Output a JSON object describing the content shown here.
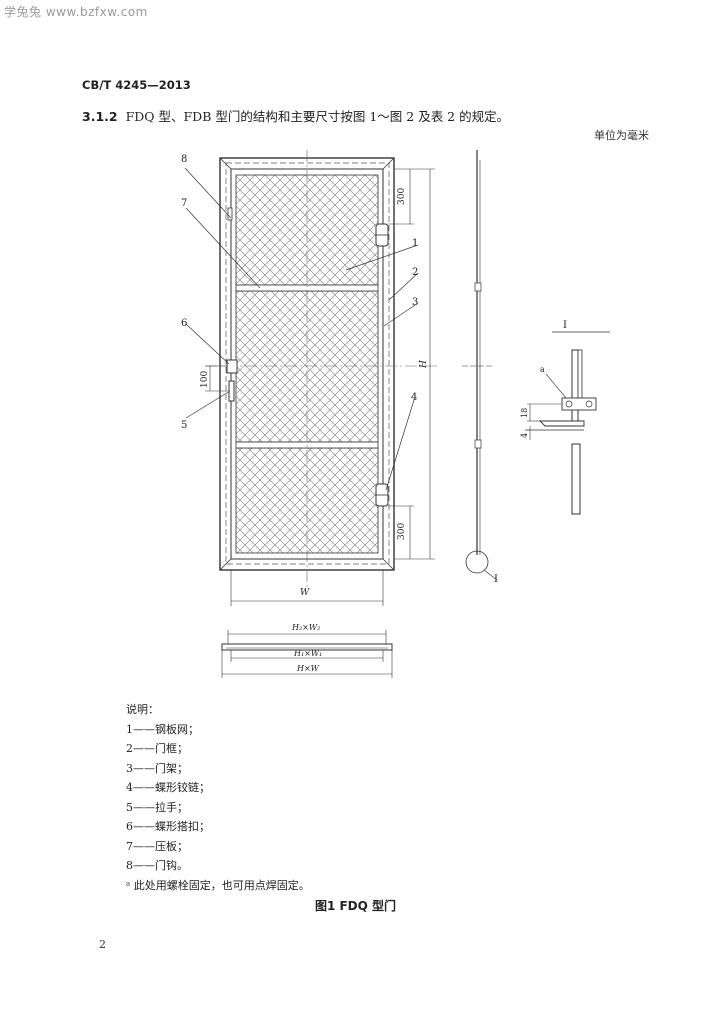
{
  "watermark": "学兔兔 www.bzfxw.com",
  "header": {
    "standard_no": "CB/T 4245—2013"
  },
  "clause": {
    "number": "3.1.2",
    "text": "FDQ 型、FDB 型门的结构和主要尺寸按图 1～图 2 及表 2 的规定。"
  },
  "unit_note": "单位为毫米",
  "drawing": {
    "callouts": [
      "1",
      "2",
      "3",
      "4",
      "5",
      "6",
      "7",
      "8"
    ],
    "dim_300_top": "300",
    "dim_300_bottom": "300",
    "dim_100": "100",
    "dim_H": "H",
    "dim_W": "W",
    "dim_H2W2": "H₂×W₂",
    "dim_H1W1": "H₁×W₁",
    "dim_HW": "H×W",
    "section_label": "I",
    "section_mark": "I",
    "detail_asterisk": "a",
    "dim_18": "18",
    "dim_4": "4"
  },
  "legend": {
    "title": "说明：",
    "items": [
      "1——钢板网；",
      "2——门框；",
      "3——门架；",
      "4——蝶形铰链；",
      "5——拉手；",
      "6——蝶形搭扣；",
      "7——压板；",
      "8——门钩。"
    ],
    "footnote": "ᵃ 此处用螺栓固定，也可用点焊固定。"
  },
  "figure_caption": "图1  FDQ 型门",
  "page_number": "2"
}
